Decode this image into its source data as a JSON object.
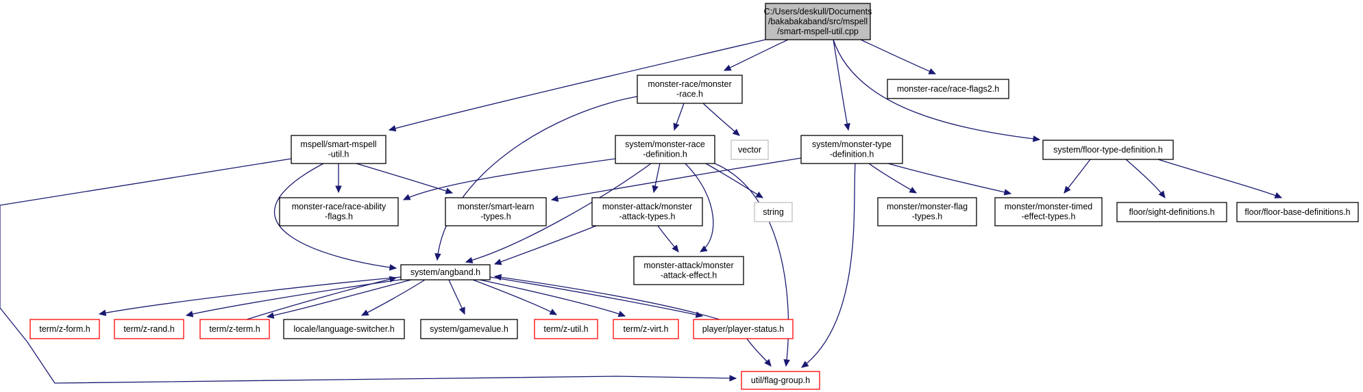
{
  "colors": {
    "edge": "#191970",
    "node_border_default": "#000000",
    "node_border_truncated": "#ff0000",
    "node_border_system": "#bfbfbf",
    "node_fill_root": "#bfbfbf",
    "node_fill_default": "#ffffff"
  },
  "nodes": [
    {
      "id": "root",
      "lines": [
        "C:/Users/deskull/Documents",
        "/bakabakaband/src/mspell",
        "/smart-mspell-util.cpp"
      ],
      "style": "root"
    },
    {
      "id": "monster_race_h",
      "lines": [
        "monster-race/monster",
        "-race.h"
      ],
      "style": "normal"
    },
    {
      "id": "race_flags2_h",
      "lines": [
        "monster-race/race-flags2.h"
      ],
      "style": "normal"
    },
    {
      "id": "smart_mspell_util_h",
      "lines": [
        "mspell/smart-mspell",
        "-util.h"
      ],
      "style": "normal"
    },
    {
      "id": "monster_race_definition_h",
      "lines": [
        "system/monster-race",
        "-definition.h"
      ],
      "style": "normal"
    },
    {
      "id": "vector",
      "lines": [
        "vector"
      ],
      "style": "system"
    },
    {
      "id": "monster_type_definition_h",
      "lines": [
        "system/monster-type",
        "-definition.h"
      ],
      "style": "normal"
    },
    {
      "id": "floor_type_definition_h",
      "lines": [
        "system/floor-type-definition.h"
      ],
      "style": "normal"
    },
    {
      "id": "race_ability_flags_h",
      "lines": [
        "monster-race/race-ability",
        "-flags.h"
      ],
      "style": "normal"
    },
    {
      "id": "smart_learn_types_h",
      "lines": [
        "monster/smart-learn",
        "-types.h"
      ],
      "style": "normal"
    },
    {
      "id": "monster_attack_types_h",
      "lines": [
        "monster-attack/monster",
        "-attack-types.h"
      ],
      "style": "normal"
    },
    {
      "id": "string",
      "lines": [
        "string"
      ],
      "style": "system"
    },
    {
      "id": "monster_flag_types_h",
      "lines": [
        "monster/monster-flag",
        "-types.h"
      ],
      "style": "normal"
    },
    {
      "id": "monster_timed_effect_types_h",
      "lines": [
        "monster/monster-timed",
        "-effect-types.h"
      ],
      "style": "normal"
    },
    {
      "id": "sight_definitions_h",
      "lines": [
        "floor/sight-definitions.h"
      ],
      "style": "normal"
    },
    {
      "id": "floor_base_definitions_h",
      "lines": [
        "floor/floor-base-definitions.h"
      ],
      "style": "normal"
    },
    {
      "id": "angband_h",
      "lines": [
        "system/angband.h"
      ],
      "style": "normal"
    },
    {
      "id": "monster_attack_effect_h",
      "lines": [
        "monster-attack/monster",
        "-attack-effect.h"
      ],
      "style": "normal"
    },
    {
      "id": "z_form_h",
      "lines": [
        "term/z-form.h"
      ],
      "style": "truncated"
    },
    {
      "id": "z_rand_h",
      "lines": [
        "term/z-rand.h"
      ],
      "style": "truncated"
    },
    {
      "id": "z_term_h",
      "lines": [
        "term/z-term.h"
      ],
      "style": "truncated"
    },
    {
      "id": "language_switcher_h",
      "lines": [
        "locale/language-switcher.h"
      ],
      "style": "normal"
    },
    {
      "id": "gamevalue_h",
      "lines": [
        "system/gamevalue.h"
      ],
      "style": "normal"
    },
    {
      "id": "z_util_h",
      "lines": [
        "term/z-util.h"
      ],
      "style": "truncated"
    },
    {
      "id": "z_virt_h",
      "lines": [
        "term/z-virt.h"
      ],
      "style": "truncated"
    },
    {
      "id": "player_status_h",
      "lines": [
        "player/player-status.h"
      ],
      "style": "truncated"
    },
    {
      "id": "flag_group_h",
      "lines": [
        "util/flag-group.h"
      ],
      "style": "truncated"
    }
  ],
  "edges": [
    {
      "from": "root",
      "to": "monster_race_h"
    },
    {
      "from": "root",
      "to": "race_flags2_h"
    },
    {
      "from": "root",
      "to": "smart_mspell_util_h"
    },
    {
      "from": "root",
      "to": "monster_type_definition_h"
    },
    {
      "from": "root",
      "to": "floor_type_definition_h"
    },
    {
      "from": "monster_race_h",
      "to": "monster_race_definition_h"
    },
    {
      "from": "monster_race_h",
      "to": "vector"
    },
    {
      "from": "monster_race_h",
      "to": "angband_h"
    },
    {
      "from": "smart_mspell_util_h",
      "to": "race_ability_flags_h"
    },
    {
      "from": "smart_mspell_util_h",
      "to": "smart_learn_types_h"
    },
    {
      "from": "smart_mspell_util_h",
      "to": "angband_h"
    },
    {
      "from": "smart_mspell_util_h",
      "to": "flag_group_h"
    },
    {
      "from": "monster_race_definition_h",
      "to": "race_ability_flags_h"
    },
    {
      "from": "monster_race_definition_h",
      "to": "monster_attack_types_h"
    },
    {
      "from": "monster_race_definition_h",
      "to": "string"
    },
    {
      "from": "monster_race_definition_h",
      "to": "angband_h"
    },
    {
      "from": "monster_race_definition_h",
      "to": "monster_attack_effect_h"
    },
    {
      "from": "monster_race_definition_h",
      "to": "flag_group_h"
    },
    {
      "from": "monster_type_definition_h",
      "to": "smart_learn_types_h"
    },
    {
      "from": "monster_type_definition_h",
      "to": "monster_flag_types_h"
    },
    {
      "from": "monster_type_definition_h",
      "to": "monster_timed_effect_types_h"
    },
    {
      "from": "monster_type_definition_h",
      "to": "flag_group_h"
    },
    {
      "from": "floor_type_definition_h",
      "to": "monster_timed_effect_types_h"
    },
    {
      "from": "floor_type_definition_h",
      "to": "sight_definitions_h"
    },
    {
      "from": "floor_type_definition_h",
      "to": "floor_base_definitions_h"
    },
    {
      "from": "monster_attack_types_h",
      "to": "angband_h"
    },
    {
      "from": "monster_attack_types_h",
      "to": "monster_attack_effect_h"
    },
    {
      "from": "angband_h",
      "to": "z_form_h"
    },
    {
      "from": "angband_h",
      "to": "z_rand_h"
    },
    {
      "from": "angband_h",
      "to": "z_term_h"
    },
    {
      "from": "angband_h",
      "to": "language_switcher_h"
    },
    {
      "from": "angband_h",
      "to": "gamevalue_h"
    },
    {
      "from": "angband_h",
      "to": "z_util_h"
    },
    {
      "from": "angband_h",
      "to": "z_virt_h"
    },
    {
      "from": "angband_h",
      "to": "player_status_h"
    },
    {
      "from": "z_term_h",
      "to": "angband_h"
    },
    {
      "from": "player_status_h",
      "to": "angband_h"
    },
    {
      "from": "player_status_h",
      "to": "flag_group_h"
    }
  ]
}
